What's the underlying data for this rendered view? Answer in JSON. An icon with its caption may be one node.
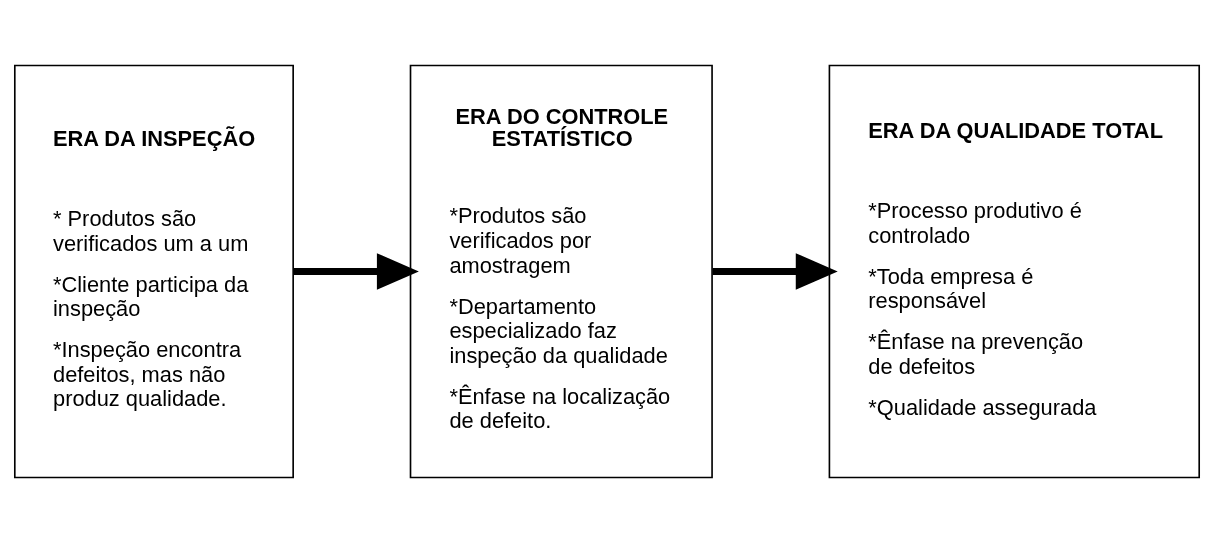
{
  "diagram": {
    "nodes": [
      {
        "text": [
          "ERA DA INSPEÇÃO",
          "* Produtos são verificados um a um",
          "*Cliente participa da inspeção",
          "*Inspeção encontra defeitos, mas não produz qualidade."
        ]
      },
      {
        "text": [
          "ERA DO CONTROLE ESTATÍSTICO",
          "*Produtos são verificados por amostragem",
          "*Departamento especializado faz inspeção da qualidade",
          "*Ênfase na localização de defeito."
        ]
      },
      {
        "text": [
          "ERA DA QUALIDADE TOTAL",
          "*Processo produtivo é controlado",
          "*Toda empresa é responsável",
          "*Ênfase na prevenção de defeitos",
          "*Qualidade assegurada"
        ]
      }
    ],
    "edges": [
      {
        "from": 0,
        "to": 1,
        "arrow": "to"
      },
      {
        "from": 1,
        "to": 2,
        "arrow": "to"
      }
    ]
  }
}
